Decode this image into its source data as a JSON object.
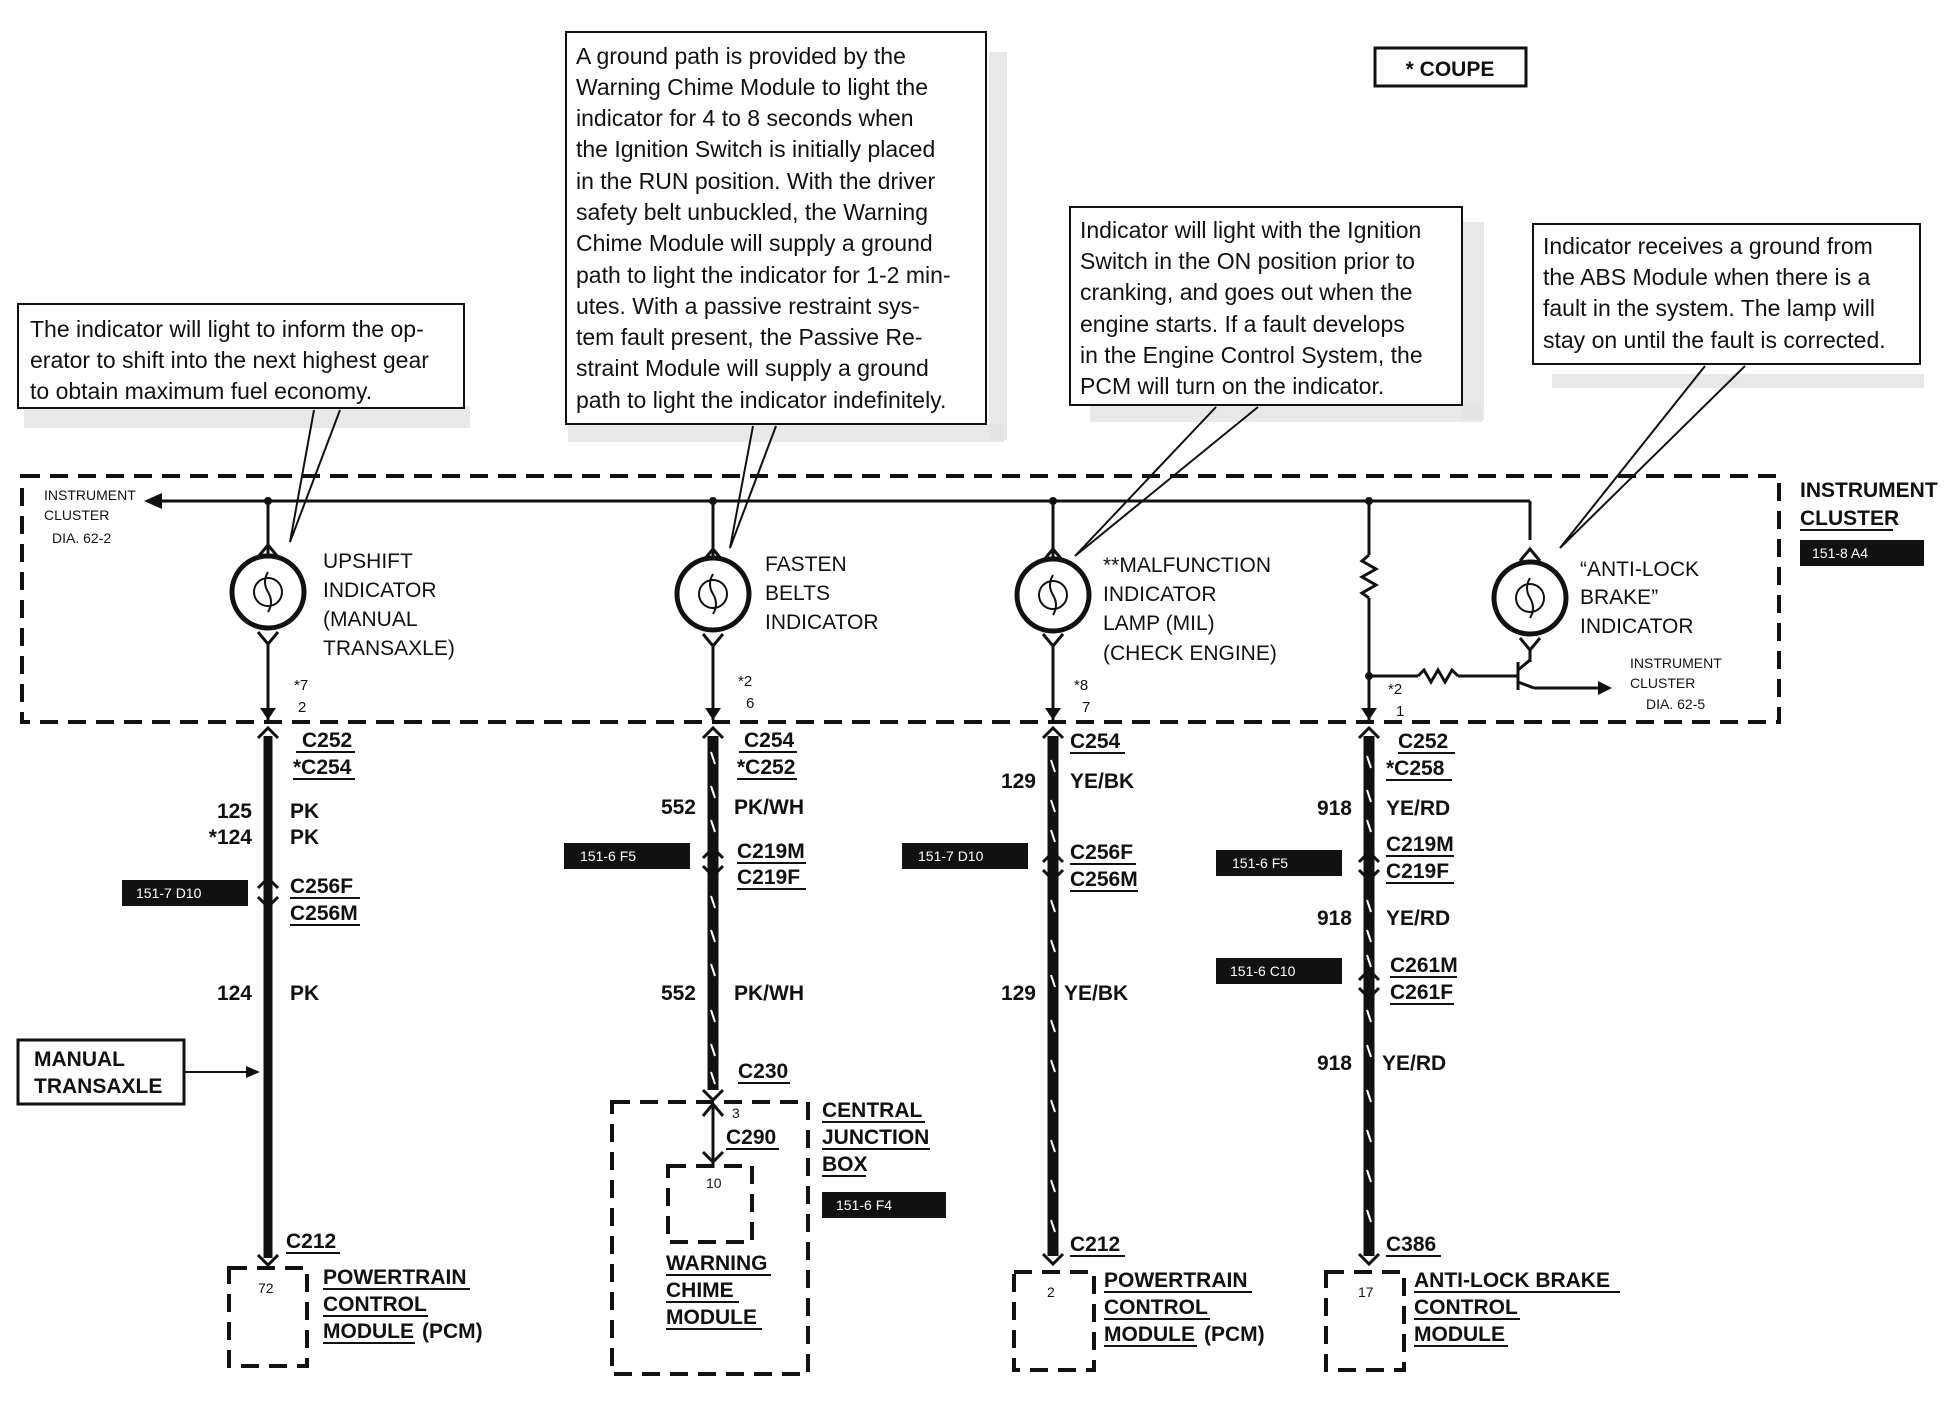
{
  "legend": {
    "coupe": "* COUPE"
  },
  "notes": {
    "upshift": [
      "The indicator will light to inform the op-",
      "erator to shift into the next highest gear",
      "to obtain maximum fuel economy."
    ],
    "belts": [
      "A ground path is provided by the",
      "Warning Chime Module to light the",
      "indicator for 4 to 8 seconds when",
      "the Ignition Switch is initially placed",
      "in the RUN position.  With the driver",
      "safety belt unbuckled, the Warning",
      "Chime Module will supply a ground",
      "path to light the indicator for 1-2 min-",
      "utes.  With a passive restraint sys-",
      "tem fault present, the Passive Re-",
      "straint Module will supply a ground",
      "path to light the indicator indefinitely."
    ],
    "mil": [
      "Indicator will light with the Ignition",
      "Switch in the ON position prior to",
      "cranking, and goes out when the",
      "engine starts.  If a fault develops",
      "in the Engine Control System, the",
      "PCM will turn on the indicator."
    ],
    "abs": [
      "Indicator receives a ground from",
      "the ABS Module when there is a",
      "fault in the system.  The lamp will",
      "stay on until the fault is corrected."
    ]
  },
  "cluster": {
    "title_line1": "INSTRUMENT",
    "title_line2": "CLUSTER",
    "ref": "151-8 A4",
    "left_ref_line1": "INSTRUMENT",
    "left_ref_line2": "CLUSTER",
    "left_ref_line3": "DIA. 62-2",
    "right_ref_line1": "INSTRUMENT",
    "right_ref_line2": "CLUSTER",
    "right_ref_line3": "DIA. 62-5"
  },
  "circuits": {
    "upshift": {
      "label": [
        "UPSHIFT",
        "INDICATOR",
        "(MANUAL",
        "TRANSAXLE)"
      ],
      "pin_top": "*7",
      "pin_bot": "2",
      "conn1": "C252",
      "conn1b": "*C254",
      "wire1a_no": "125",
      "wire1a_color": "PK",
      "wire1b_no": "*124",
      "wire1b_color": "PK",
      "ref1": "151-7 D10",
      "conn2a": "C256F",
      "conn2b": "C256M",
      "wire2_no": "124",
      "wire2_color": "PK",
      "side_label": [
        "MANUAL",
        "TRANSAXLE"
      ],
      "end_conn": "C212",
      "end_pin": "72",
      "module": [
        "POWERTRAIN",
        "CONTROL",
        "MODULE",
        "(PCM)"
      ]
    },
    "belts": {
      "label": [
        "FASTEN",
        "BELTS",
        "INDICATOR"
      ],
      "pin_top": "*2",
      "pin_bot": "6",
      "conn1": "C254",
      "conn1b": "*C252",
      "wire1_no": "552",
      "wire1_color": "PK/WH",
      "ref1": "151-6 F5",
      "conn2a": "C219M",
      "conn2b": "C219F",
      "wire2_no": "552",
      "wire2_color": "PK/WH",
      "end_conn": "C230",
      "pin_3": "3",
      "inner_conn": "C290",
      "inner_pin": "10",
      "box_label": [
        "CENTRAL",
        "JUNCTION",
        "BOX"
      ],
      "box_ref": "151-6 F4",
      "module": [
        "WARNING",
        "CHIME",
        "MODULE"
      ]
    },
    "mil": {
      "label": [
        "**MALFUNCTION",
        "INDICATOR",
        "LAMP (MIL)",
        "(CHECK ENGINE)"
      ],
      "pin_top": "*8",
      "pin_bot": "7",
      "conn1": "C254",
      "wire1_no": "129",
      "wire1_color": "YE/BK",
      "ref1": "151-7 D10",
      "conn2a": "C256F",
      "conn2b": "C256M",
      "wire2_no": "129",
      "wire2_color": "YE/BK",
      "end_conn": "C212",
      "end_pin": "2",
      "module": [
        "POWERTRAIN",
        "CONTROL",
        "MODULE",
        "(PCM)"
      ]
    },
    "abs": {
      "label": [
        "“ANTI-LOCK",
        "BRAKE”",
        "INDICATOR"
      ],
      "pin_top": "*2",
      "pin_bot": "1",
      "conn1": "C252",
      "conn1b": "*C258",
      "wire1_no": "918",
      "wire1_color": "YE/RD",
      "ref1": "151-6 F5",
      "conn2a": "C219M",
      "conn2b": "C219F",
      "wire2_no": "918",
      "wire2_color": "YE/RD",
      "ref2": "151-6 C10",
      "conn3a": "C261M",
      "conn3b": "C261F",
      "wire3_no": "918",
      "wire3_color": "YE/RD",
      "end_conn": "C386",
      "end_pin": "17",
      "module": [
        "ANTI-LOCK BRAKE",
        "CONTROL",
        "MODULE"
      ]
    }
  }
}
